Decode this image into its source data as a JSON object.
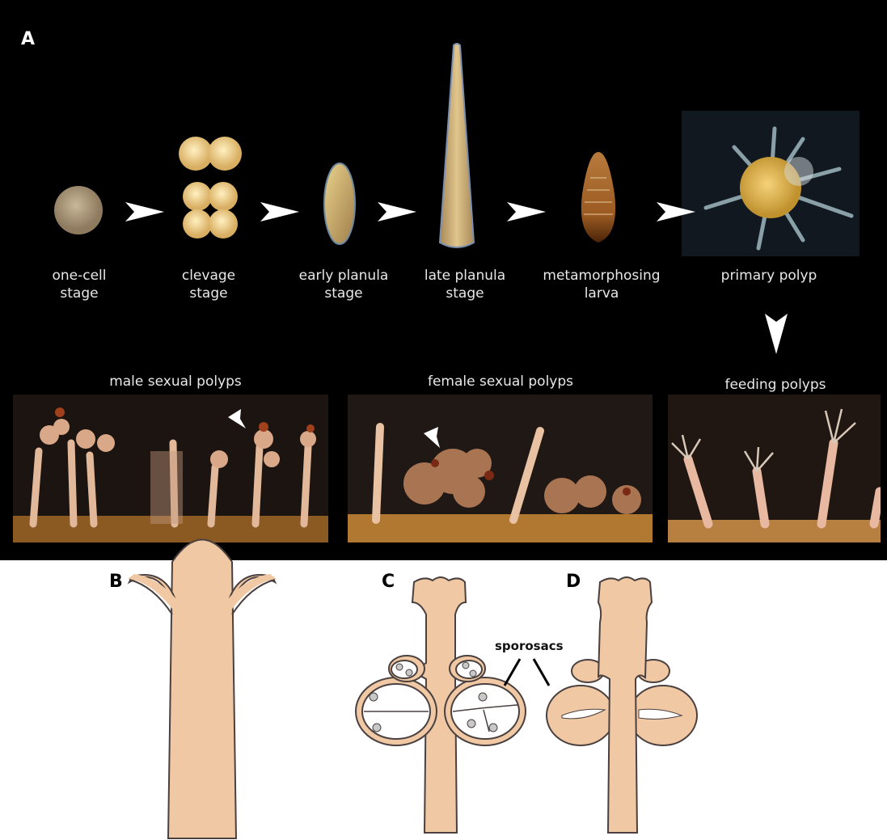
{
  "panels": {
    "a": "A",
    "b": "B",
    "c": "C",
    "d": "D"
  },
  "stages": [
    {
      "line1": "one-cell",
      "line2": "stage"
    },
    {
      "line1": "clevage",
      "line2": "stage"
    },
    {
      "line1": "early planula",
      "line2": "stage"
    },
    {
      "line1": "late planula",
      "line2": "stage"
    },
    {
      "line1": "metamorphosing",
      "line2": "larva"
    },
    {
      "line1": "primary polyp",
      "line2": ""
    }
  ],
  "polyp_rows": {
    "male": "male sexual polyps",
    "female": "female sexual polyps",
    "feeding": "feeding polyps"
  },
  "annotation": "sporosacs",
  "colors": {
    "background_a": "#000000",
    "tissue": "#f0c9a4",
    "outline": "#4a4040"
  }
}
